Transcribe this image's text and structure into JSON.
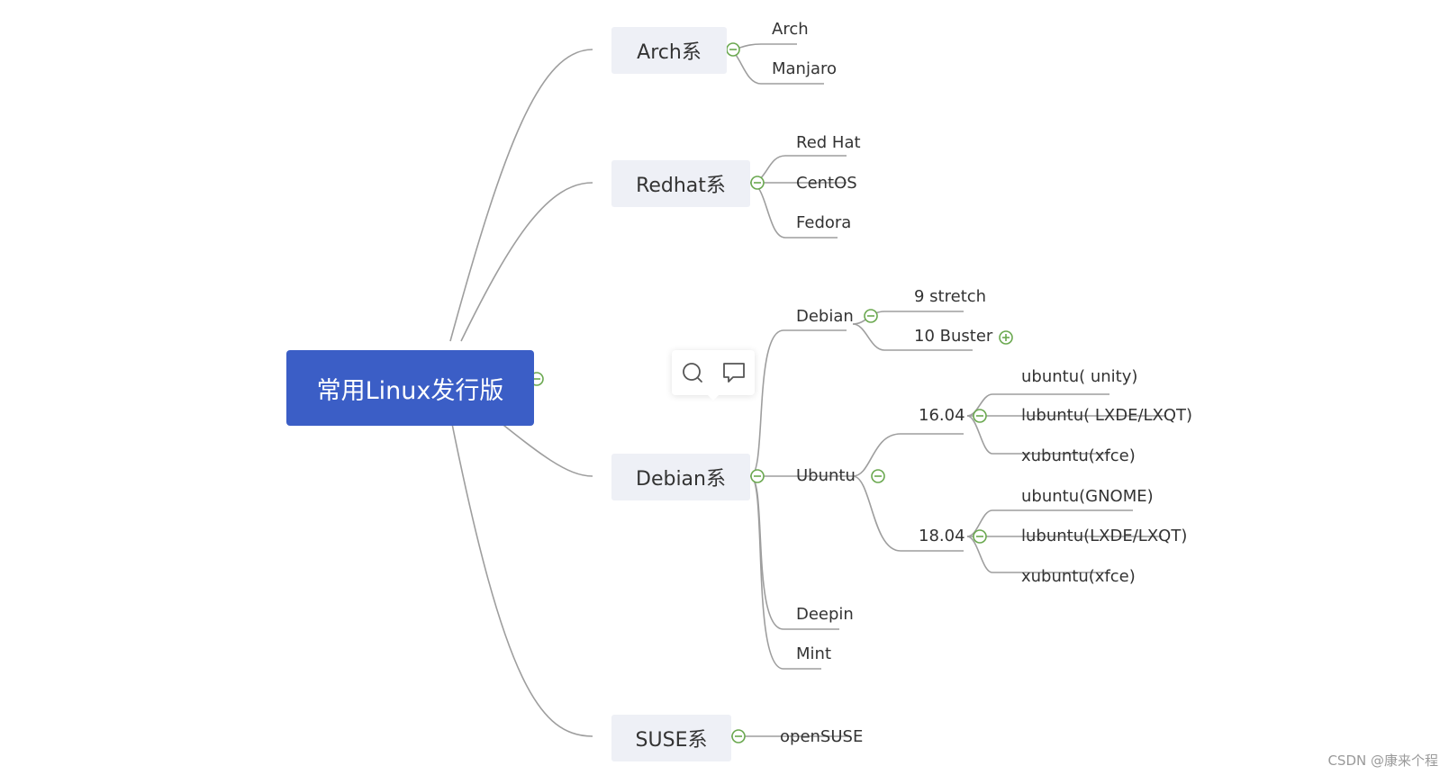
{
  "mindmap": {
    "root": "常用Linux发行版",
    "branches": {
      "arch": {
        "label": "Arch系",
        "children": [
          "Arch",
          "Manjaro"
        ]
      },
      "redhat": {
        "label": "Redhat系",
        "children": [
          "Red Hat",
          "CentOS",
          "Fedora"
        ]
      },
      "debian": {
        "label": "Debian系",
        "debian_node": {
          "label": "Debian",
          "children": [
            "9 stretch",
            "10 Buster"
          ]
        },
        "ubuntu_node": {
          "label": "Ubuntu",
          "v1604": {
            "label": "16.04",
            "children": [
              "ubuntu( unity)",
              "lubuntu( LXDE/LXQT)",
              "xubuntu(xfce)"
            ]
          },
          "v1804": {
            "label": "18.04",
            "children": [
              "ubuntu(GNOME)",
              "lubuntu(LXDE/LXQT)",
              "xubuntu(xfce)"
            ]
          }
        },
        "deepin": "Deepin",
        "mint": "Mint"
      },
      "suse": {
        "label": "SUSE系",
        "children": [
          "openSUSE"
        ]
      }
    }
  },
  "toolbar": {
    "icons": [
      "search-icon",
      "comment-icon"
    ]
  },
  "watermark": "CSDN @康来个程",
  "colors": {
    "root_fill": "#3b5ec6",
    "branch_fill": "#eef0f6",
    "line": "#9e9e9e",
    "toggle": "#6aa84f"
  }
}
